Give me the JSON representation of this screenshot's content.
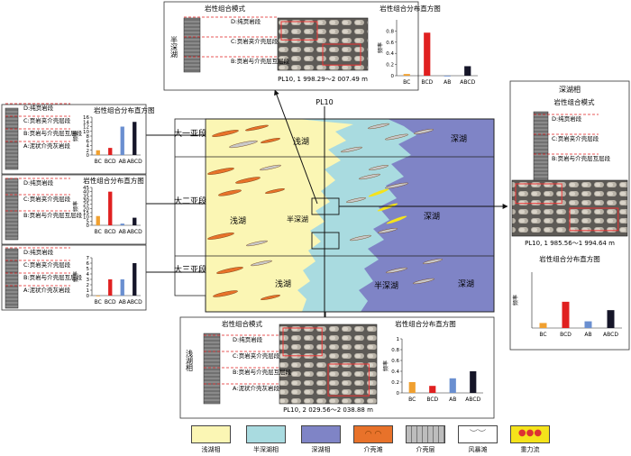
{
  "profile": {
    "well": "PL10",
    "left_labels": [
      "大一亚段",
      "大二亚段",
      "大三亚段"
    ],
    "facies_text": [
      "浅湖",
      "深湖",
      "浅湖",
      "半深湖",
      "深湖",
      "浅湖",
      "半深湖",
      "深湖"
    ],
    "colors": {
      "shallow": "#fbf6b4",
      "semi": "#a9dbe0",
      "deep": "#7f84c6",
      "shell": "#e8722a",
      "grey": "#bdbdbd"
    }
  },
  "panels": {
    "top": {
      "side_label": "半深湖",
      "mode_title": "岩性组合模式",
      "chart_title": "岩性组合分布直方图",
      "core_caption": "PL10, 1 998.29～2 007.49 m",
      "segments": [
        "D:纯页岩段",
        "C:页岩夹介壳层段",
        "B:页岩与介壳层互层段"
      ]
    },
    "left1": {
      "mode_title": "岩性组合分布直方图",
      "segments": [
        "D:纯页岩段",
        "C:页岩夹介壳层段",
        "B:页岩与介壳层互层段",
        "A:泥状介壳灰岩段"
      ]
    },
    "left2": {
      "chart_title": "岩性组合分布直方图",
      "segments": [
        "D:纯页岩段",
        "C:页岩夹介壳层段",
        "B:页岩与介壳层互层段"
      ]
    },
    "left3": {
      "segments": [
        "D:纯页岩段",
        "C:页岩夹介壳层段",
        "B:页岩与介壳层互层段",
        "A:泥状介壳灰岩段"
      ]
    },
    "bottom": {
      "side_label": "浅湖相",
      "mode_title": "岩性组合模式",
      "chart_title": "岩性组合分布直方图",
      "core_caption": "PL10, 2 029.56～2 038.88 m",
      "segments": [
        "D:纯页岩段",
        "C:页岩夹介壳层段",
        "B:页岩与介壳层互层段",
        "A:泥状介壳灰岩段"
      ]
    },
    "right": {
      "side_label": "深湖相",
      "mode_title": "岩性组合模式",
      "chart_title": "岩性组合分布直方图",
      "core_caption": "PL10, 1 985.56～1 994.64 m",
      "segments": [
        "D:纯页岩段",
        "C:页岩夹介壳层段",
        "B:页岩与介壳层互层段"
      ]
    }
  },
  "legend": [
    {
      "label": "浅湖相",
      "color": "#fbf6b4"
    },
    {
      "label": "半深湖相",
      "color": "#a9dbe0"
    },
    {
      "label": "深湖相",
      "color": "#7f84c6"
    },
    {
      "label": "介壳滩",
      "color": "#e8722a"
    },
    {
      "label": "介壳层",
      "color": "#bdbdbd"
    },
    {
      "label": "风暴滩",
      "color": "#ffffff"
    },
    {
      "label": "重力流",
      "color": "#f5e31b"
    }
  ],
  "chart_data": [
    {
      "id": "top",
      "type": "bar",
      "categories": [
        "BC",
        "BCD",
        "AB",
        "ABCD"
      ],
      "values": [
        0.03,
        0.77,
        0,
        0.17
      ],
      "ylabel": "频率",
      "ylim": [
        0,
        1
      ],
      "yticks": [
        0,
        0.2,
        0.4,
        0.6,
        0.8
      ],
      "colors": [
        "#f0a030",
        "#e02020",
        "#6a8fd0",
        "#151528"
      ]
    },
    {
      "id": "left1",
      "type": "bar",
      "categories": [
        "BC",
        "BCD",
        "AB",
        "ABCD"
      ],
      "values": [
        2,
        3,
        12,
        14
      ],
      "ylabel": "频率",
      "ylim": [
        0,
        16
      ],
      "yticks": [
        0,
        2,
        4,
        6,
        8,
        10,
        12,
        14,
        16
      ],
      "colors": [
        "#f0a030",
        "#e02020",
        "#6a8fd0",
        "#151528"
      ]
    },
    {
      "id": "left2",
      "type": "bar",
      "categories": [
        "BC",
        "BCD",
        "AB",
        "ABCD"
      ],
      "values": [
        11,
        40,
        2,
        9
      ],
      "ylabel": "频率",
      "ylim": [
        0,
        45
      ],
      "yticks": [
        0,
        5,
        10,
        15,
        20,
        25,
        30,
        35,
        40,
        45
      ],
      "colors": [
        "#f0a030",
        "#e02020",
        "#6a8fd0",
        "#151528"
      ]
    },
    {
      "id": "left3",
      "type": "bar",
      "categories": [
        "BC",
        "BCD",
        "AB",
        "ABCD"
      ],
      "values": [
        0,
        3,
        3,
        6
      ],
      "ylabel": "频率",
      "ylim": [
        0,
        7
      ],
      "yticks": [
        0,
        1,
        2,
        3,
        4,
        5,
        6,
        7
      ],
      "colors": [
        "#f0a030",
        "#e02020",
        "#6a8fd0",
        "#151528"
      ]
    },
    {
      "id": "bottom",
      "type": "bar",
      "categories": [
        "BC",
        "BCD",
        "AB",
        "ABCD"
      ],
      "values": [
        0.2,
        0.13,
        0.27,
        0.4
      ],
      "ylabel": "频率",
      "ylim": [
        0,
        1
      ],
      "yticks": [
        0,
        0.2,
        0.4,
        0.6,
        0.8,
        1.0
      ],
      "colors": [
        "#f0a030",
        "#e02020",
        "#6a8fd0",
        "#151528"
      ]
    },
    {
      "id": "right",
      "type": "bar",
      "categories": [
        "BC",
        "BCD",
        "AB",
        "ABCD"
      ],
      "values": [
        0.09,
        0.47,
        0.12,
        0.32
      ],
      "ylabel": "频率",
      "ylim": [
        0,
        1
      ],
      "yticks": [],
      "colors": [
        "#f0a030",
        "#e02020",
        "#6a8fd0",
        "#151528"
      ]
    }
  ]
}
